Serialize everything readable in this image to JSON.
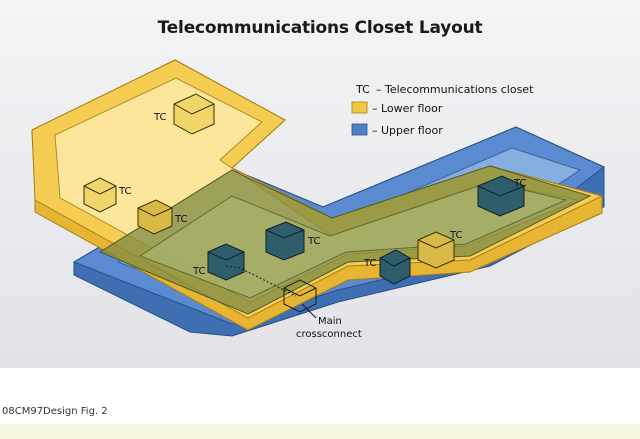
{
  "title": "Telecommunications Closet Layout",
  "legend": {
    "tc_abbr": "TC",
    "tc_desc": "– Telecommunications closet",
    "lower_desc": "– Lower floor",
    "upper_desc": "– Upper floor"
  },
  "labels": {
    "tc": "TC",
    "main_line1": "Main",
    "main_line2": "crossconnect"
  },
  "caption": "08CM97Design Fig. 2",
  "colors": {
    "lower_floor": "#f2c744",
    "upper_floor": "#4f7fc4",
    "overlap": "#8f9a55",
    "tc_box_upper": "#2e5e6c",
    "tc_box_lower": "#d4b648"
  }
}
